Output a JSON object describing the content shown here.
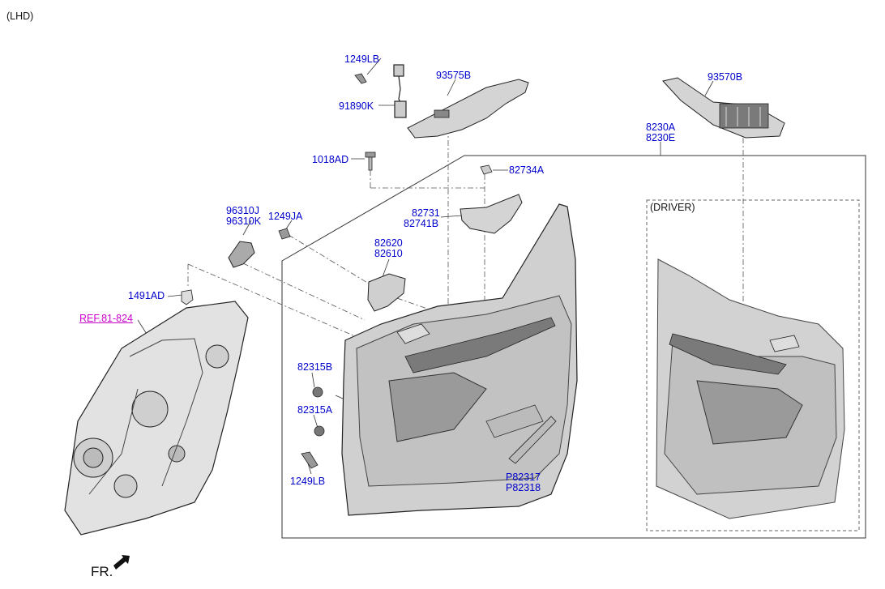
{
  "header": {
    "variant": "(LHD)"
  },
  "detail_view": {
    "title": "(DRIVER)"
  },
  "reference": {
    "text": "REF.81-824"
  },
  "direction": {
    "text": "FR."
  },
  "labels": {
    "p1249LB_top": "1249LB",
    "p91890K": "91890K",
    "p93575B": "93575B",
    "p93570B": "93570B",
    "p8230A": "8230A",
    "p8230E": "8230E",
    "p1018AD": "1018AD",
    "p82734A": "82734A",
    "p96310J": "96310J",
    "p96310K": "96310K",
    "p1249JA": "1249JA",
    "p82731": "82731",
    "p82741B": "82741B",
    "p82620": "82620",
    "p82610": "82610",
    "p1491AD": "1491AD",
    "p82315B": "82315B",
    "p82315A": "82315A",
    "p1249LB_bottom": "1249LB",
    "pP82317": "P82317",
    "pP82318": "P82318"
  },
  "colors": {
    "label": "#0000cc",
    "reference": "#cc00cc",
    "line": "#333333",
    "part_fill": "#d4d4d4",
    "part_dark": "#7a7a7a"
  }
}
